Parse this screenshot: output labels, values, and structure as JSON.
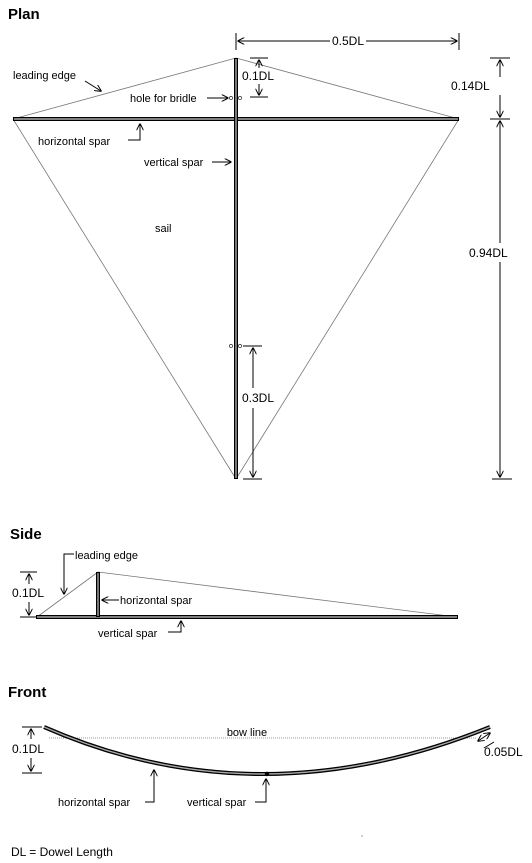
{
  "plan": {
    "heading": "Plan",
    "leading_edge": "leading edge",
    "hole_for_bridle": "hole for bridle",
    "horizontal_spar": "horizontal spar",
    "vertical_spar": "vertical spar",
    "sail": "sail",
    "dim_half_width": "0.5DL",
    "dim_top": "0.1DL",
    "dim_wing_height": "0.14DL",
    "dim_total_height": "0.94DL",
    "dim_bottom": "0.3DL"
  },
  "side": {
    "heading": "Side",
    "leading_edge": "leading edge",
    "horizontal_spar": "horizontal spar",
    "vertical_spar": "vertical spar",
    "dim_height": "0.1DL"
  },
  "front": {
    "heading": "Front",
    "bow_line": "bow line",
    "horizontal_spar": "horizontal spar",
    "vertical_spar": "vertical spar",
    "dim_height": "0.1DL",
    "dim_tip": "0.05DL"
  },
  "legend": "DL = Dowel Length"
}
